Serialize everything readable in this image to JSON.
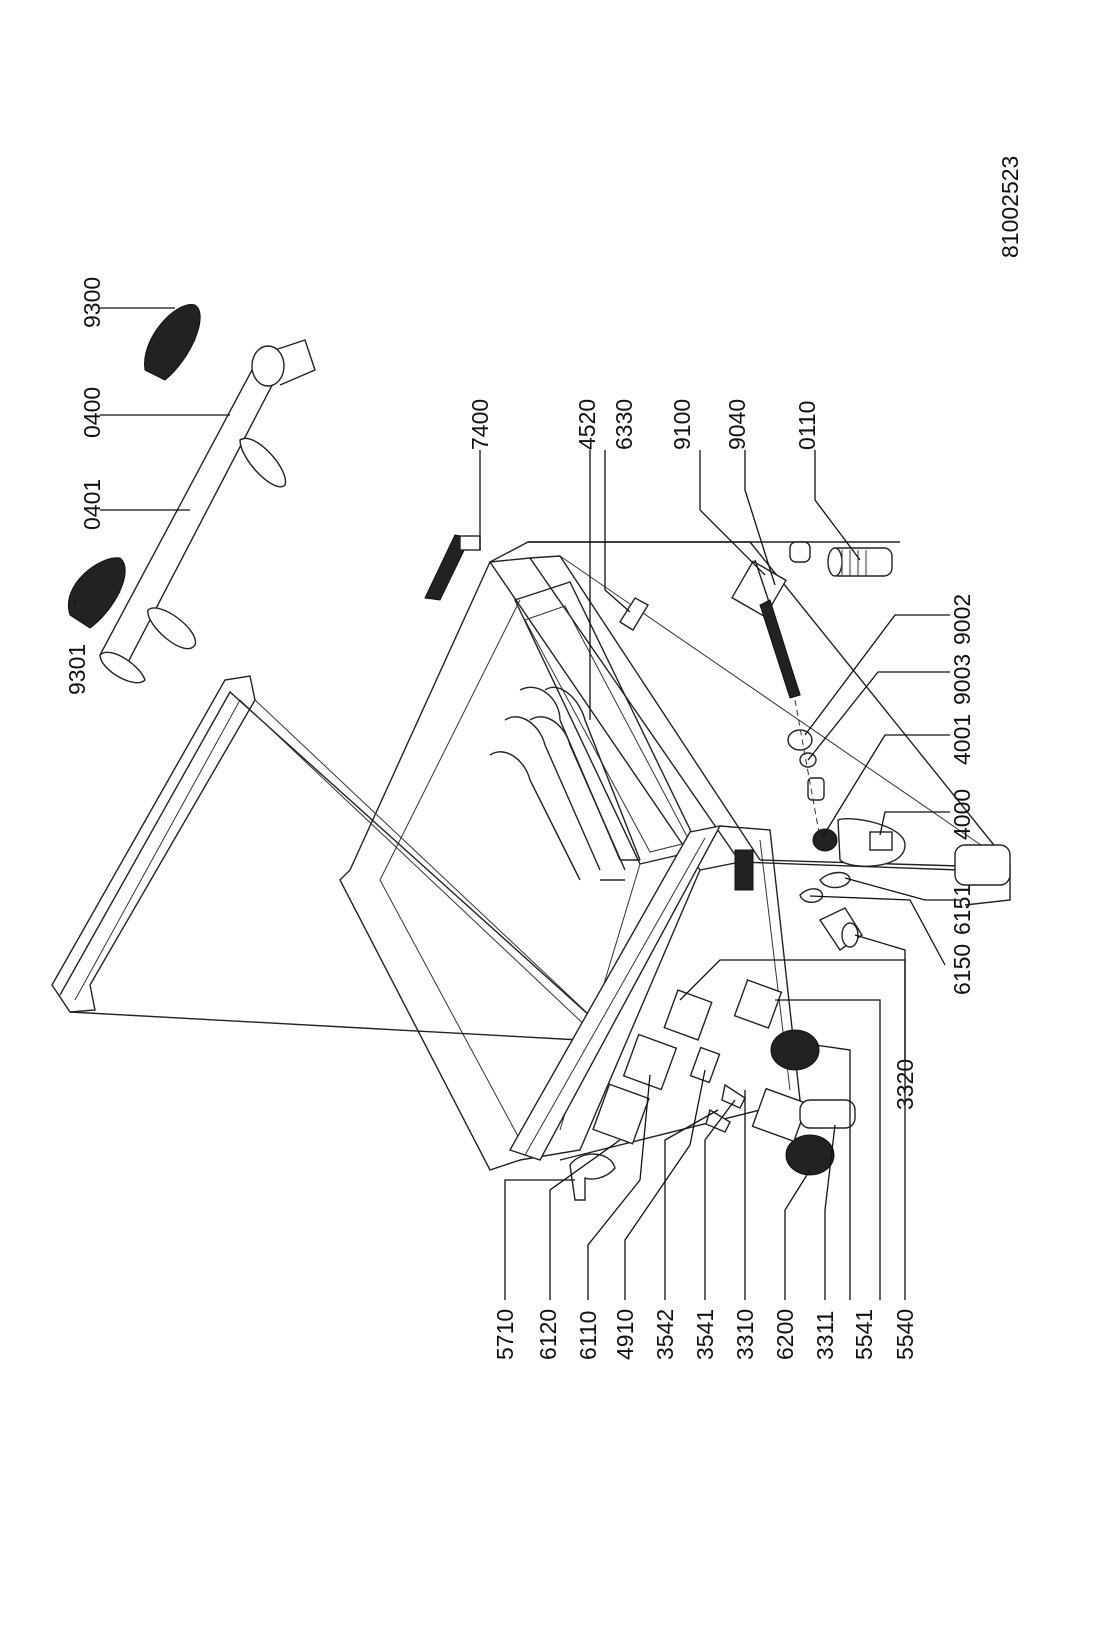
{
  "document_id": "81002523",
  "labels": {
    "p9301": "9301",
    "p0401": "0401",
    "p0400": "0400",
    "p9300": "9300",
    "p7400": "7400",
    "p4520": "4520",
    "p6330": "6330",
    "p9100": "9100",
    "p9040": "9040",
    "p0110": "0110",
    "p9002": "9002",
    "p9003": "9003",
    "p4001": "4001",
    "p4000": "4000",
    "p6151": "6151",
    "p6150": "6150",
    "p3320": "3320",
    "p5710": "5710",
    "p6120": "6120",
    "p6110": "6110",
    "p4910": "4910",
    "p3542": "3542",
    "p3541": "3541",
    "p3310": "3310",
    "p6200": "6200",
    "p3311": "3311",
    "p5541": "5541",
    "p5540": "5540"
  }
}
